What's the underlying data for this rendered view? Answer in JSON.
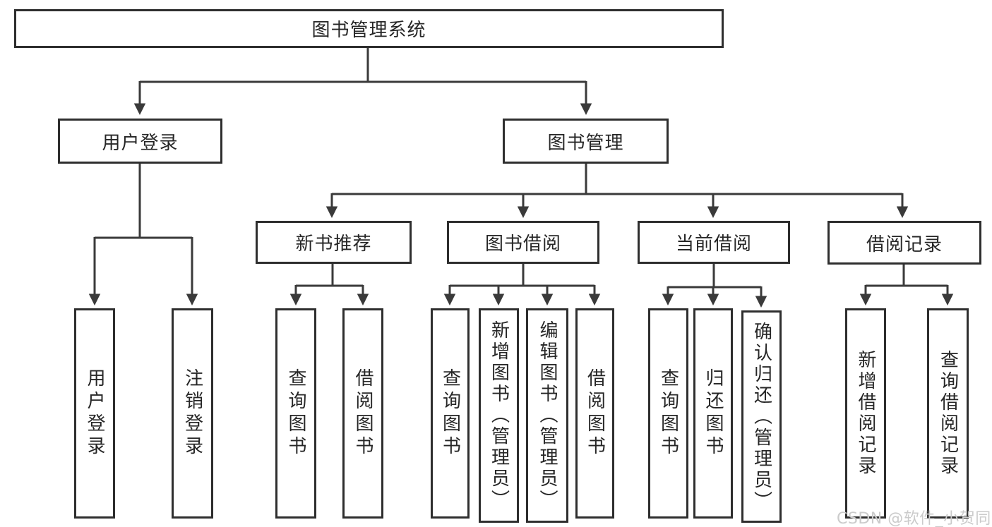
{
  "tree": {
    "root": {
      "label": "图书管理系统"
    },
    "user_login": {
      "label": "用户登录",
      "children": [
        {
          "label": "用户登录"
        },
        {
          "label": "注销登录"
        }
      ]
    },
    "book_mgmt": {
      "label": "图书管理",
      "children": [
        {
          "label": "新书推荐",
          "children": [
            {
              "label": "查询图书"
            },
            {
              "label": "借阅图书"
            }
          ]
        },
        {
          "label": "图书借阅",
          "children": [
            {
              "label": "查询图书"
            },
            {
              "label": "新增图书（管理员）"
            },
            {
              "label": "编辑图书（管理员）"
            },
            {
              "label": "借阅图书"
            }
          ]
        },
        {
          "label": "当前借阅",
          "children": [
            {
              "label": "查询图书"
            },
            {
              "label": "归还图书"
            },
            {
              "label": "确认归还（管理员）"
            }
          ]
        },
        {
          "label": "借阅记录",
          "children": [
            {
              "label": "新增借阅记录"
            },
            {
              "label": "查询借阅记录"
            }
          ]
        }
      ]
    }
  },
  "watermark": {
    "text": "CSDN @软件_小贺同学"
  },
  "colors": {
    "line": "#3a3a3a",
    "border": "#2e2e2e",
    "text": "#262626",
    "watermark": "#cbcbcb",
    "background": "#ffffff"
  }
}
